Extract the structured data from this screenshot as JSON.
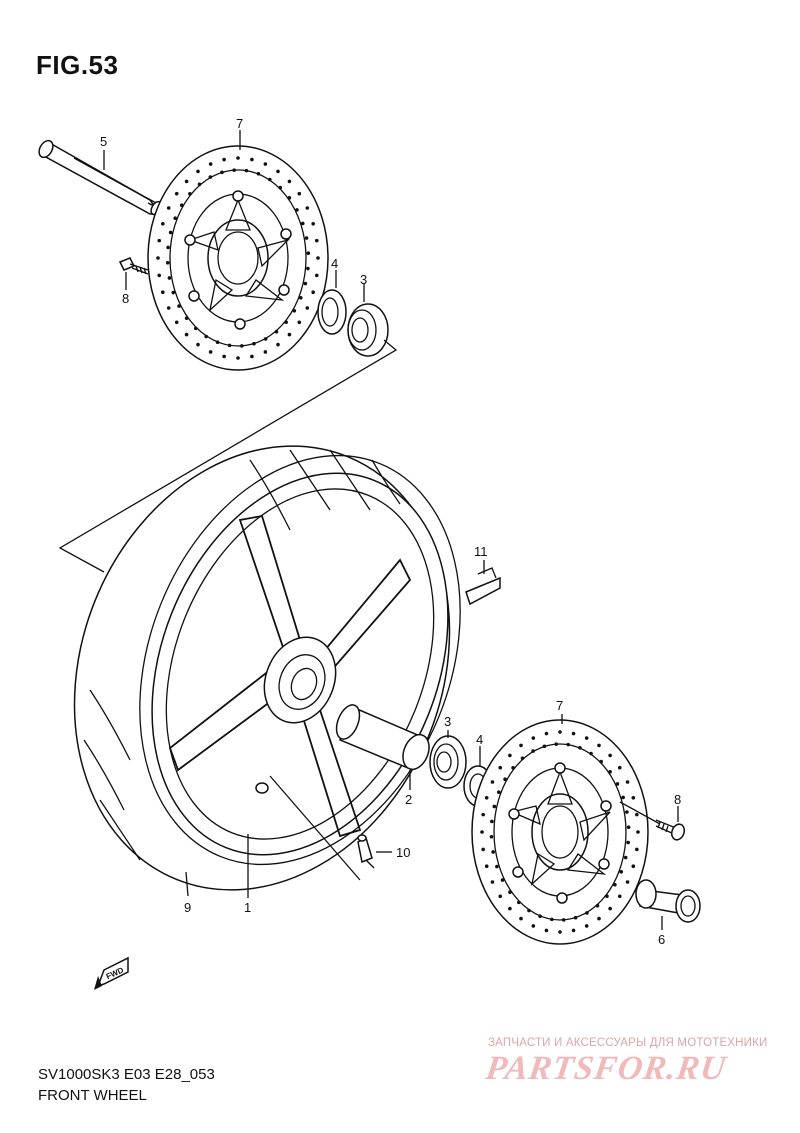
{
  "figure": {
    "title": "FIG.53"
  },
  "footer": {
    "ref_code": "SV1000SK3 E03 E28_053",
    "section": "FRONT WHEEL"
  },
  "watermark": {
    "tagline": "ЗАПЧАСТИ И АКСЕССУАРЫ ДЛЯ МОТОТЕХНИКИ",
    "brand": "PARTSFOR.RU"
  },
  "callouts": {
    "c1": "1",
    "c2": "2",
    "c3a": "3",
    "c3b": "3",
    "c4a": "4",
    "c4b": "4",
    "c5": "5",
    "c6": "6",
    "c7a": "7",
    "c7b": "7",
    "c8a": "8",
    "c8b": "8",
    "c9": "9",
    "c10": "10",
    "c11": "11"
  },
  "fwd_badge": "FWD"
}
